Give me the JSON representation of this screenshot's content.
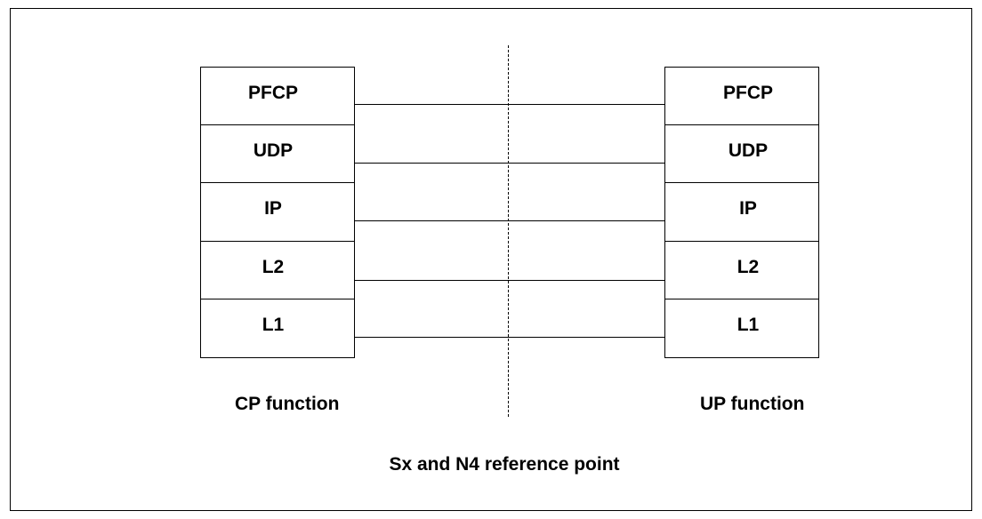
{
  "left_stack": {
    "layers": [
      "PFCP",
      "UDP",
      "IP",
      "L2",
      "L1"
    ],
    "function_label": "CP function"
  },
  "right_stack": {
    "layers": [
      "PFCP",
      "UDP",
      "IP",
      "L2",
      "L1"
    ],
    "function_label": "UP function"
  },
  "caption": "Sx and N4 reference point"
}
